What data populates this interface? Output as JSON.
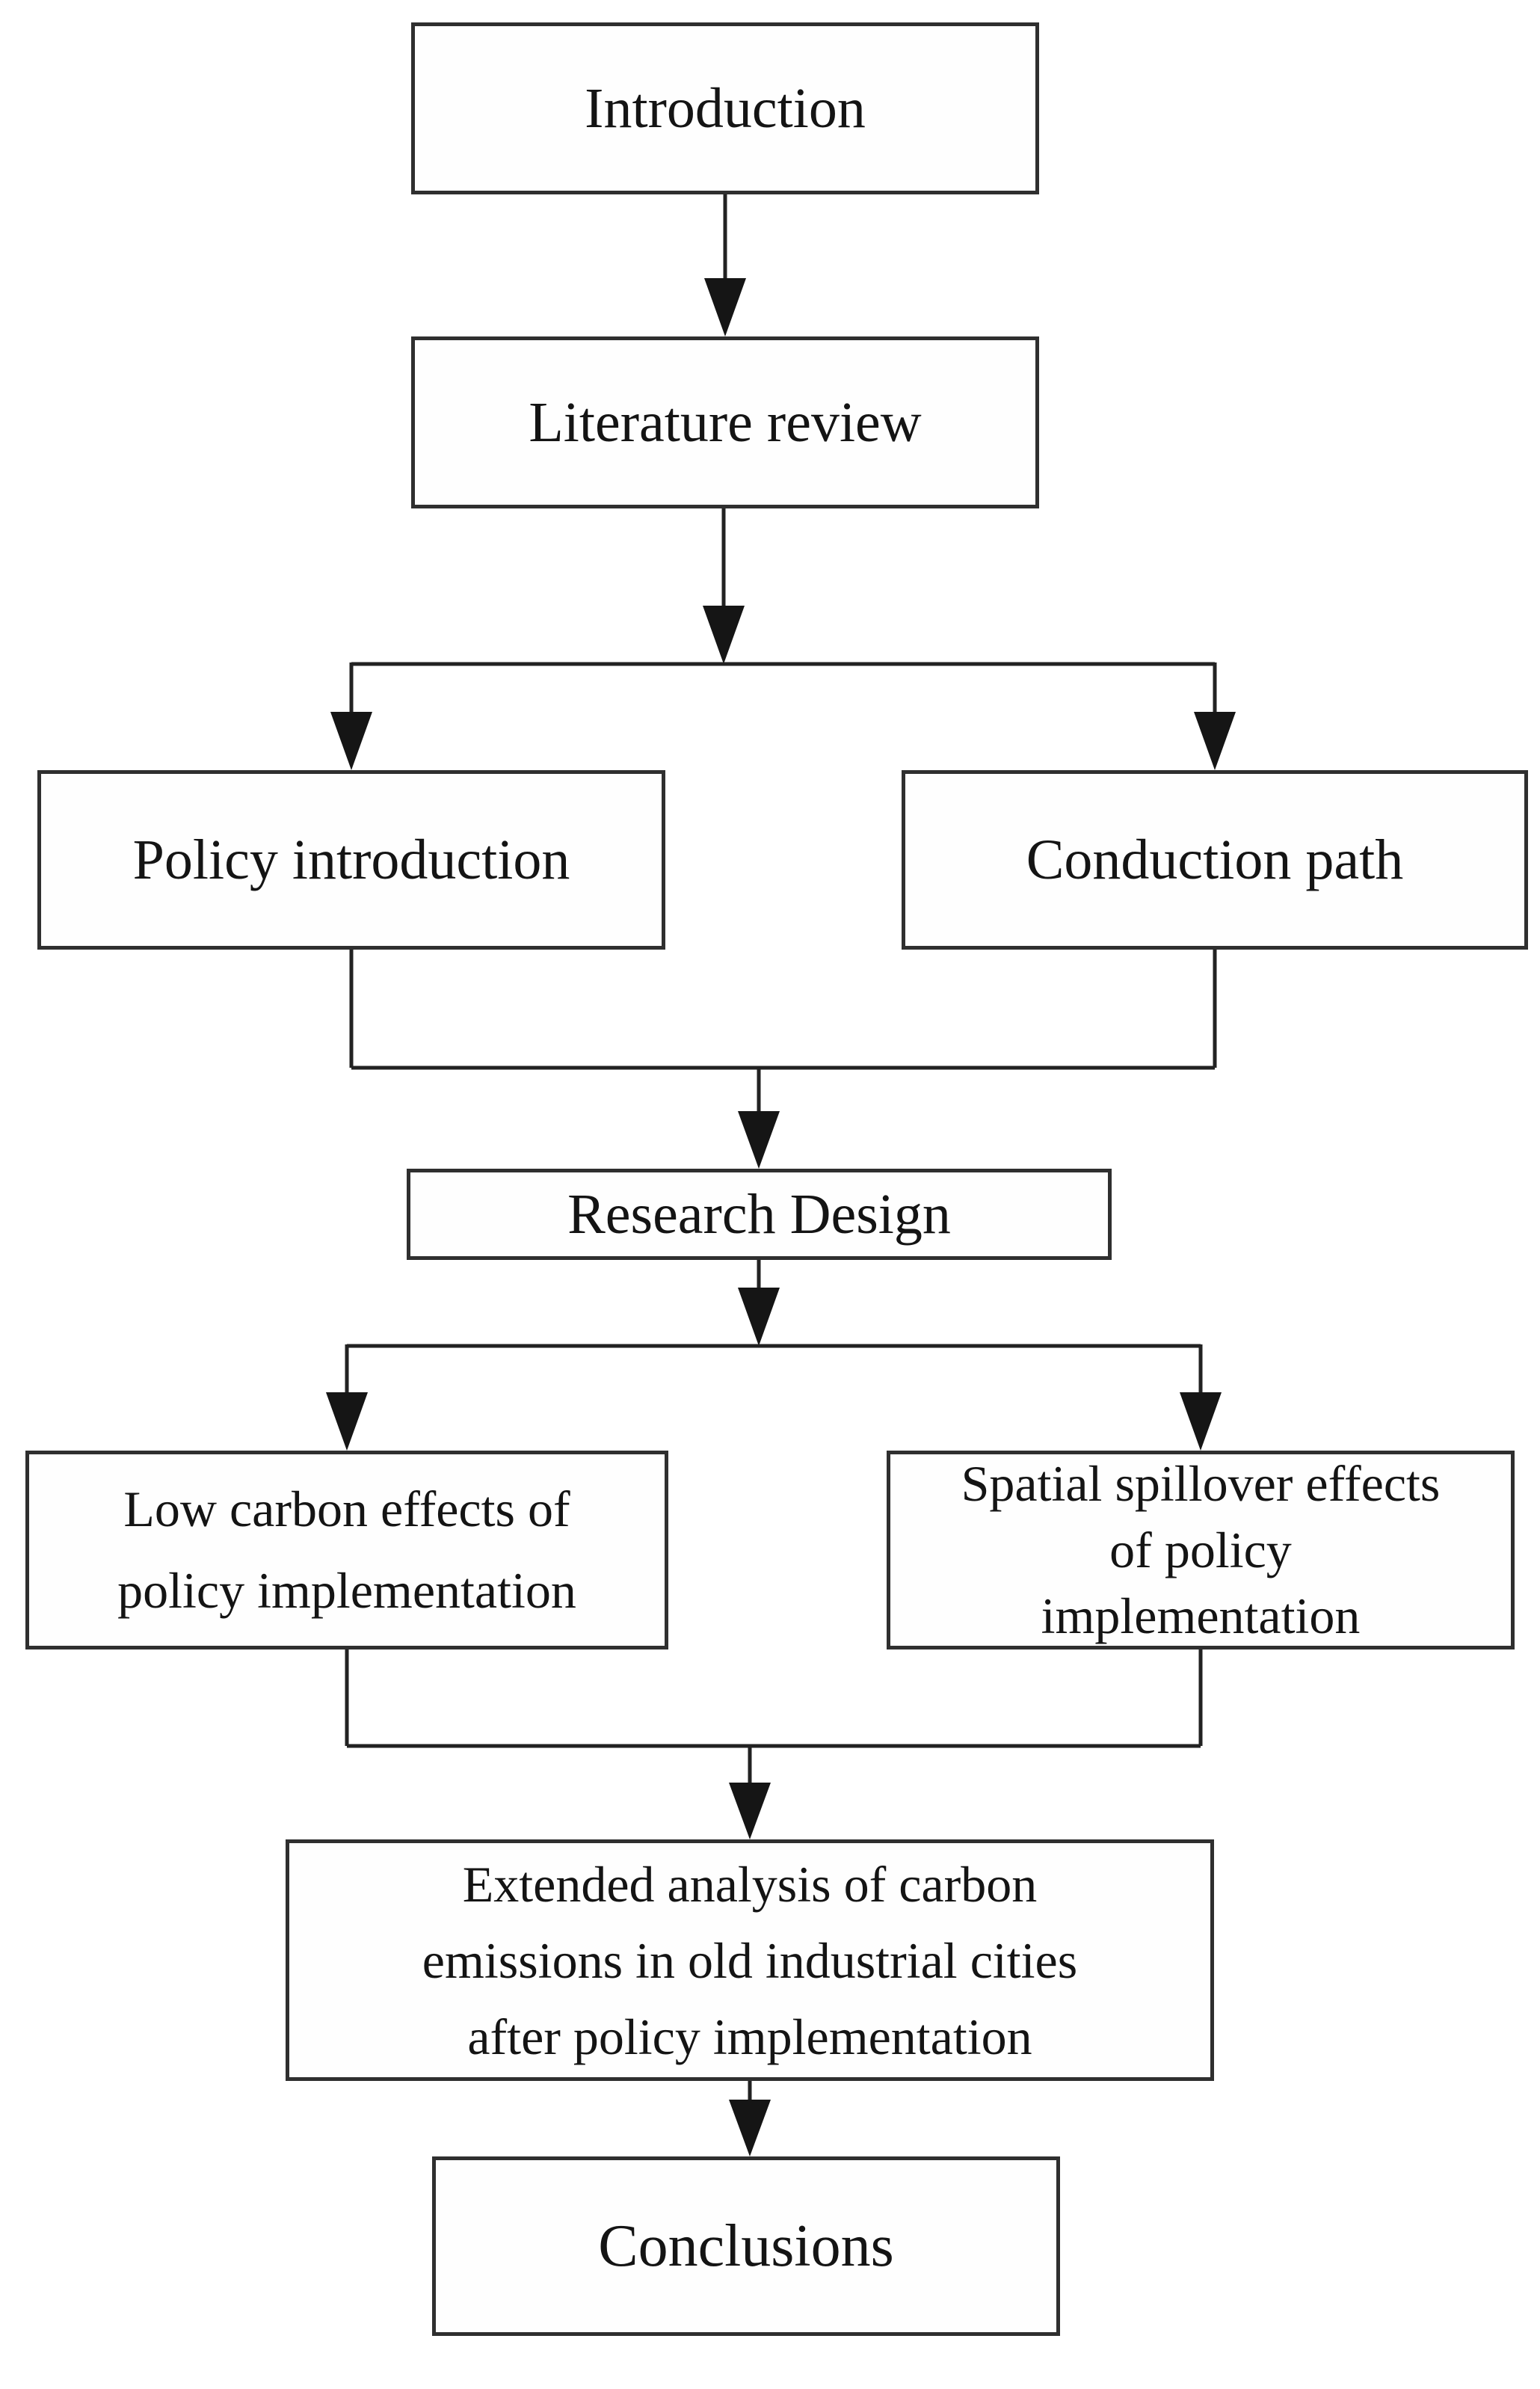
{
  "diagram": {
    "type": "flowchart",
    "colors": {
      "background": "#ffffff",
      "node_fill": "#fefefe",
      "node_border": "#2f2f2f",
      "connector": "#222222",
      "arrowhead": "#151515",
      "text": "#141414"
    },
    "nodes": {
      "introduction": {
        "label": "Introduction"
      },
      "literature_review": {
        "label": "Literature review"
      },
      "policy_introduction": {
        "label": "Policy introduction"
      },
      "conduction_path": {
        "label": "Conduction path"
      },
      "research_design": {
        "label": "Research Design"
      },
      "low_carbon_effects": {
        "label": "Low carbon effects of\npolicy implementation"
      },
      "spatial_spillover": {
        "label": "Spatial spillover effects\nof policy\nimplementation"
      },
      "extended_analysis": {
        "label": "Extended analysis of carbon\nemissions in old industrial cities\nafter policy implementation"
      },
      "conclusions": {
        "label": "Conclusions"
      }
    },
    "edges": [
      {
        "from": "introduction",
        "to": "literature_review"
      },
      {
        "from": "literature_review",
        "to": "policy_introduction"
      },
      {
        "from": "literature_review",
        "to": "conduction_path"
      },
      {
        "from": "policy_introduction",
        "to": "research_design"
      },
      {
        "from": "conduction_path",
        "to": "research_design"
      },
      {
        "from": "research_design",
        "to": "low_carbon_effects"
      },
      {
        "from": "research_design",
        "to": "spatial_spillover"
      },
      {
        "from": "low_carbon_effects",
        "to": "extended_analysis"
      },
      {
        "from": "spatial_spillover",
        "to": "extended_analysis"
      },
      {
        "from": "extended_analysis",
        "to": "conclusions"
      }
    ]
  }
}
